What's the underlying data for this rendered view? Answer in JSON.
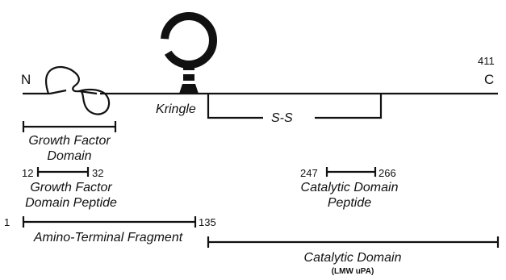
{
  "protein": {
    "n_terminus": "N",
    "c_terminus": "C",
    "c_terminus_residue": "411",
    "kringle_label": "Kringle",
    "disulfide_label": "S-S"
  },
  "fragments": {
    "growth_factor_domain": {
      "line1": "Growth Factor",
      "line2": "Domain"
    },
    "growth_factor_peptide": {
      "start": "12",
      "end": "32",
      "line1": "Growth Factor",
      "line2": "Domain Peptide"
    },
    "catalytic_peptide": {
      "start": "247",
      "end": "266",
      "line1": "Catalytic Domain",
      "line2": "Peptide"
    },
    "amino_terminal_fragment": {
      "start": "1",
      "end": "135",
      "label": "Amino-Terminal Fragment"
    },
    "catalytic_domain": {
      "label": "Catalytic Domain",
      "sublabel": "(LMW uPA)"
    }
  },
  "colors": {
    "ink": "#111111",
    "background": "#ffffff"
  }
}
